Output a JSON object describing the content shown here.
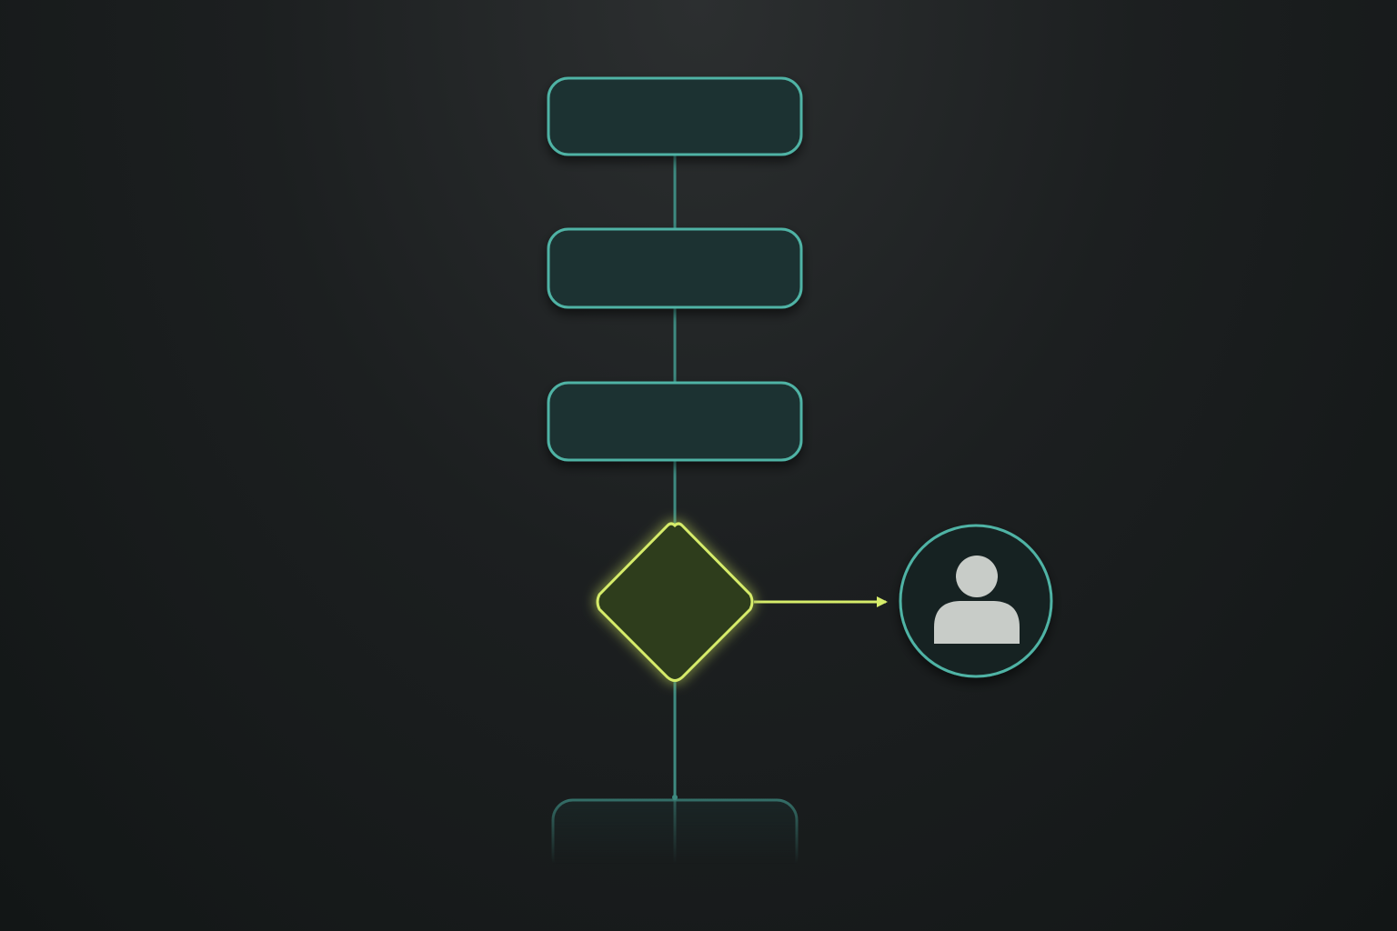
{
  "diagram": {
    "colors": {
      "background": "#1c1f20",
      "node_fill": "#1f3331",
      "node_stroke": "#4fb3a5",
      "connector": "#3e8a80",
      "decision_fill": "#2f3d1f",
      "decision_stroke": "#d6ec6a",
      "arrow": "#d6ec6a",
      "avatar_fill": "#172321",
      "avatar_stroke": "#4fb3a5",
      "person_icon": "#c8ccc8"
    },
    "nodes": [
      {
        "id": "step-1",
        "shape": "rounded-rect",
        "label": ""
      },
      {
        "id": "step-2",
        "shape": "rounded-rect",
        "label": ""
      },
      {
        "id": "step-3",
        "shape": "rounded-rect",
        "label": ""
      },
      {
        "id": "decision",
        "shape": "diamond",
        "label": ""
      },
      {
        "id": "step-4",
        "shape": "rounded-rect",
        "label": "",
        "faded": true
      },
      {
        "id": "user",
        "shape": "circle",
        "icon": "person-icon"
      }
    ],
    "edges": [
      {
        "from": "step-1",
        "to": "step-2"
      },
      {
        "from": "step-2",
        "to": "step-3"
      },
      {
        "from": "step-3",
        "to": "decision"
      },
      {
        "from": "decision",
        "to": "step-4"
      },
      {
        "from": "decision",
        "to": "user",
        "arrow": true
      }
    ]
  }
}
